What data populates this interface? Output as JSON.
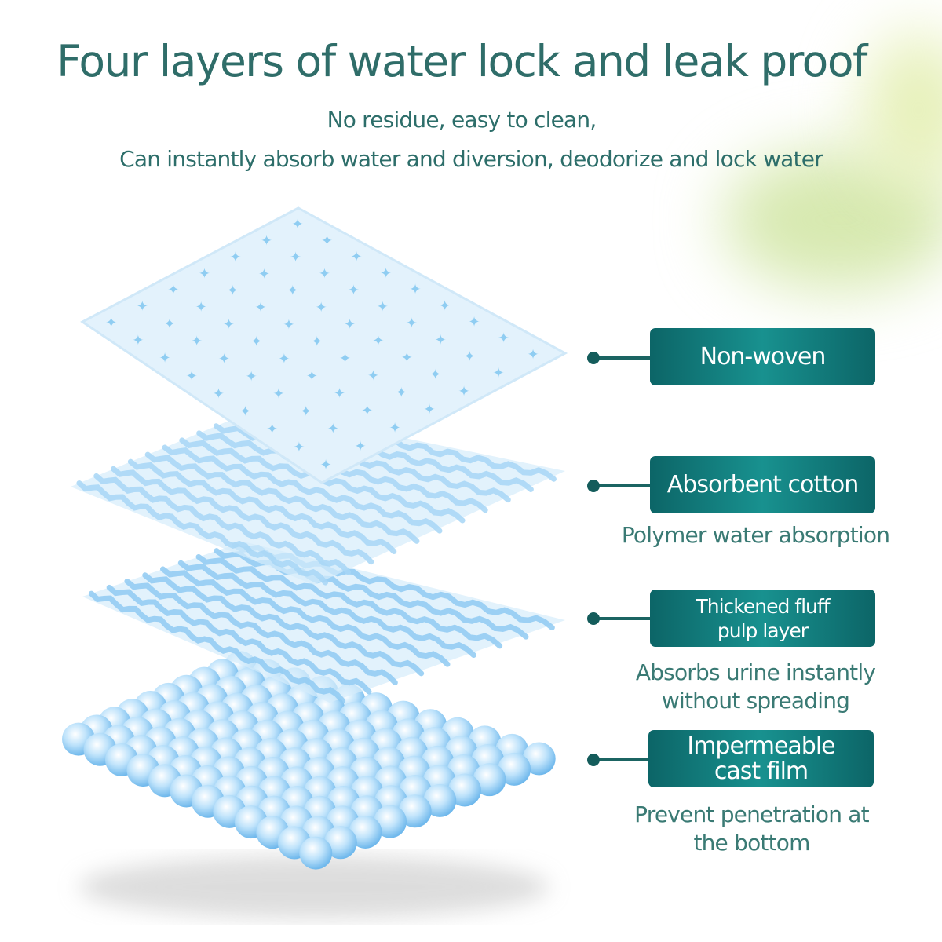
{
  "header": {
    "title": "Four layers of water lock and leak proof",
    "subtitle_line1": "No residue, easy to clean,",
    "subtitle_line2": "Can instantly absorb water and diversion, deodorize and lock water"
  },
  "layers": [
    {
      "label": "Non-woven",
      "description": ""
    },
    {
      "label": "Absorbent cotton",
      "description": "Polymer water absorption"
    },
    {
      "label_line1": "Thickened fluff",
      "label_line2": "pulp layer",
      "description_line1": "Absorbs urine instantly",
      "description_line2": "without spreading"
    },
    {
      "label_line1": "Impermeable",
      "label_line2": "cast film",
      "description_line1": "Prevent penetration at",
      "description_line2": "the bottom"
    }
  ],
  "colors": {
    "accent": "#18918f",
    "accent_dark": "#0c6567",
    "text": "#2f6d69",
    "layer_blue": "#a9d8f5"
  }
}
